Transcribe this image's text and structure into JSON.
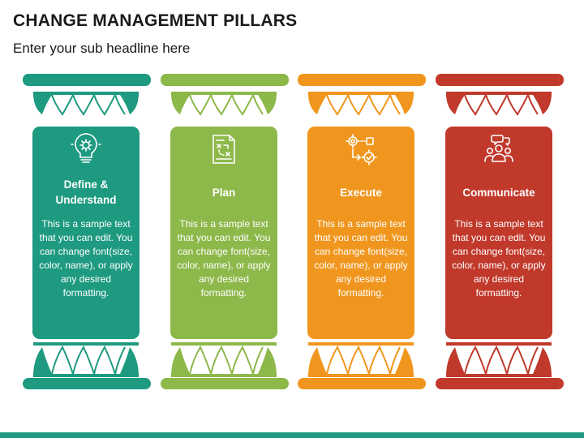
{
  "header": {
    "title": "CHANGE MANAGEMENT PILLARS",
    "subtitle": "Enter your sub headline here"
  },
  "pillars": [
    {
      "title": "Define & Understand",
      "icon": "lightbulb-gear-icon",
      "color": "#1e9a80",
      "text": "This is a sample text that you can edit. You can change font(size, color, name), or apply any desired formatting."
    },
    {
      "title": "Plan",
      "icon": "strategy-document-icon",
      "color": "#8db84a",
      "text": "This is a sample text that you can edit. You can change font(size, color, name), or apply any desired formatting."
    },
    {
      "title": "Execute",
      "icon": "gears-process-icon",
      "color": "#f0961e",
      "text": "This is a sample text that you can edit. You can change font(size, color, name), or apply any desired formatting."
    },
    {
      "title": "Communicate",
      "icon": "team-people-icon",
      "color": "#c0392b",
      "text": "This is a sample text that you can edit. You can change font(size, color, name), or apply any desired formatting."
    }
  ]
}
